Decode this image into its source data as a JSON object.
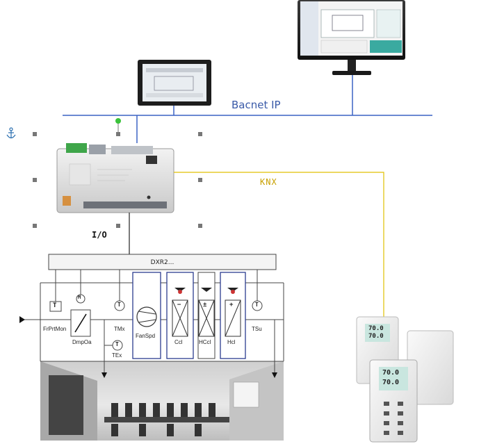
{
  "network": {
    "bacnet_label": "Bacnet IP",
    "knx_label": "KNX",
    "io_label": "I/O"
  },
  "controller": {
    "bus_label": "DXR2..."
  },
  "components": {
    "frprtmon": "FrPrtMon",
    "dmpoa": "DmpOa",
    "tmx": "TMx",
    "tex": "TEx",
    "fanspd": "FanSpd",
    "ccl": "Ccl",
    "hcl_recovery": "HCcl",
    "hcl": "Hcl",
    "tsu": "TSu"
  },
  "sensor_symbols": {
    "t": "T",
    "m": "M",
    "minus": "−",
    "plus": "+",
    "pm": "±"
  },
  "thermostats": {
    "top_value_1": "70.0",
    "top_value_2": "70.0",
    "bottom_value_1": "70.0",
    "bottom_value_2": "70.0"
  },
  "colors": {
    "bacnet_line": "#3a62c4",
    "knx_line": "#e0c000",
    "device_frame": "#2b3c8e",
    "status_led": "#3ac23a"
  }
}
